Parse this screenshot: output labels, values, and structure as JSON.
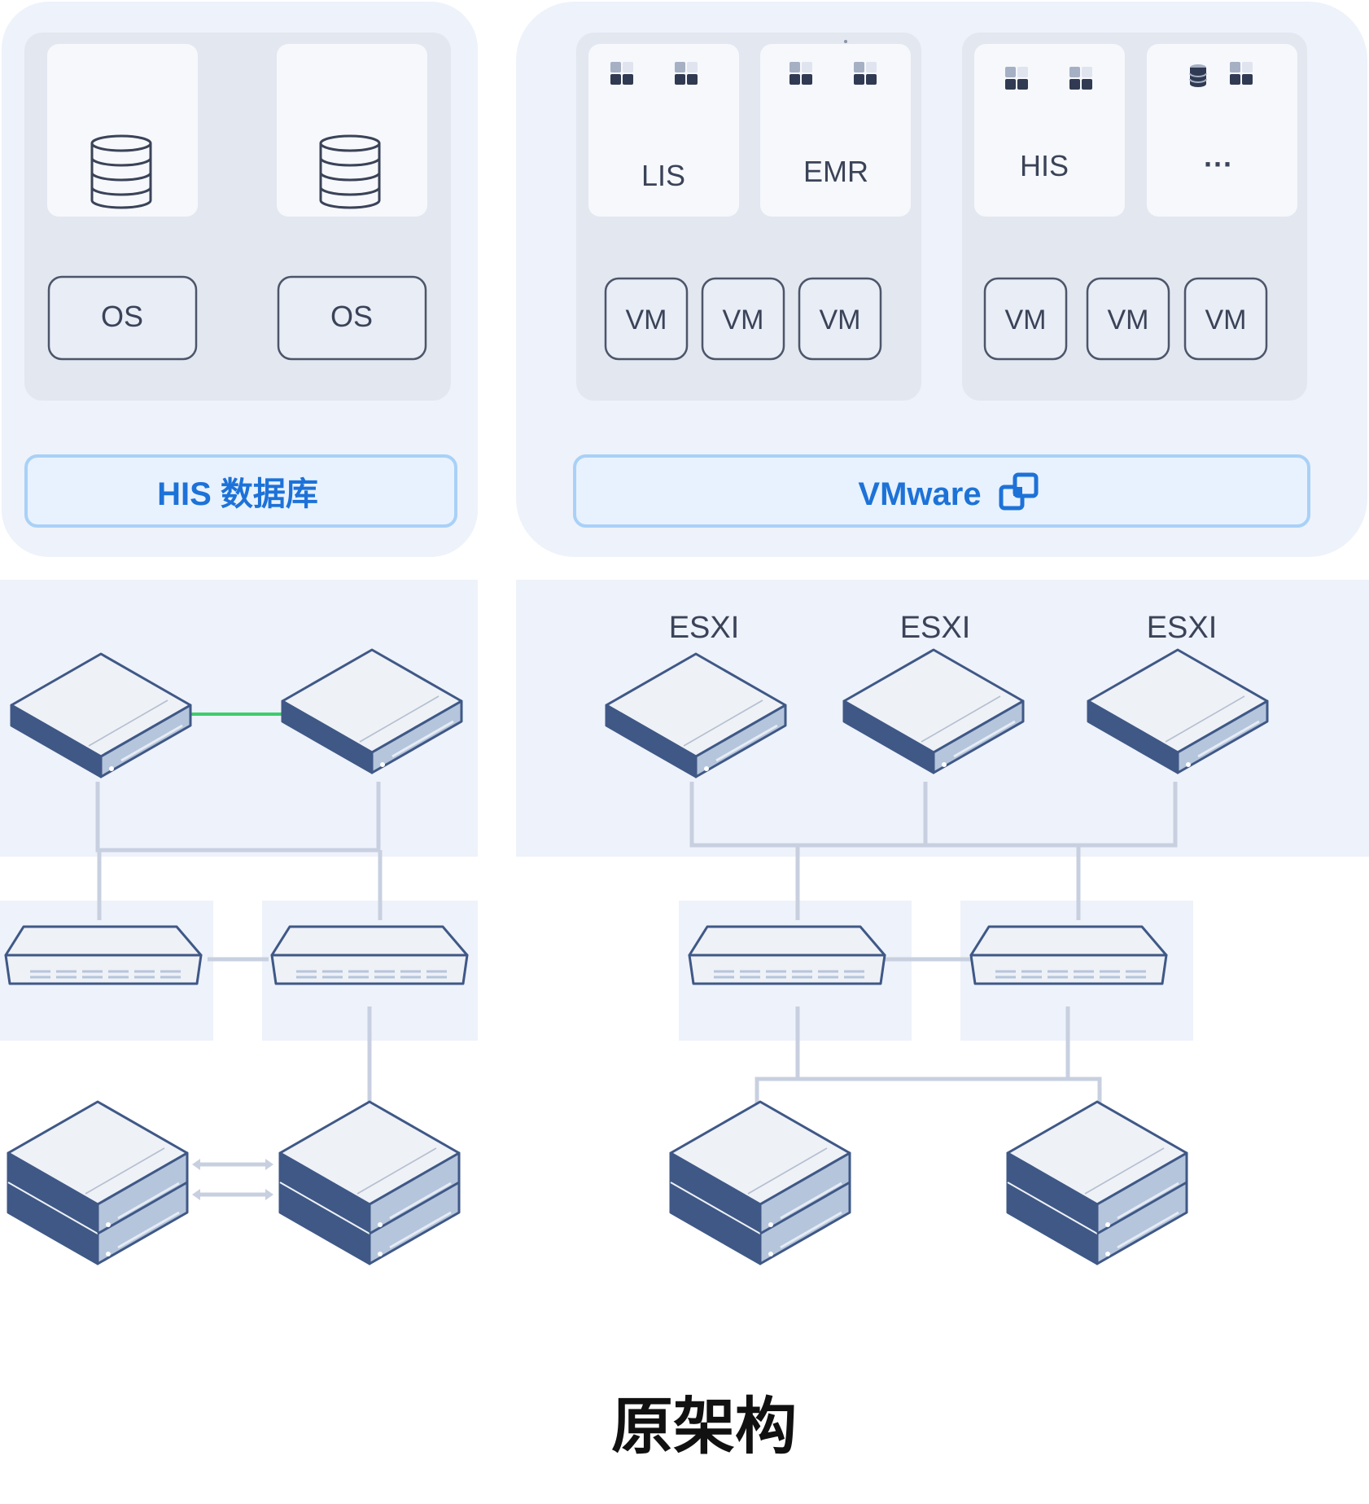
{
  "left_panel": {
    "os_labels": [
      "OS",
      "OS"
    ],
    "footer_label": "HIS 数据库",
    "database_icon": "database-icon"
  },
  "right_panel": {
    "app_labels": [
      "LIS",
      "EMR",
      "HIS",
      "···"
    ],
    "vm_labels": [
      "VM",
      "VM",
      "VM",
      "VM",
      "VM",
      "VM"
    ],
    "footer_label": "VMware",
    "footer_icon": "vmware-logo-icon",
    "app_icon": "app-grid-icon"
  },
  "hosts": {
    "esxi_labels": [
      "ESXI",
      "ESXI",
      "ESXI"
    ]
  },
  "caption": "原架构",
  "colors": {
    "panel_outer": "#eef2fa",
    "panel_inner": "#e2e7f0",
    "card": "#f6f8fc",
    "footer_fill": "#e8f2fe",
    "footer_border": "#a9d1f7",
    "footer_text": "#1d72d8",
    "server_dark": "#3f5886",
    "server_light": "#b5c5dc",
    "line": "#c8d0e0",
    "heartbeat": "#3ccd6c"
  }
}
